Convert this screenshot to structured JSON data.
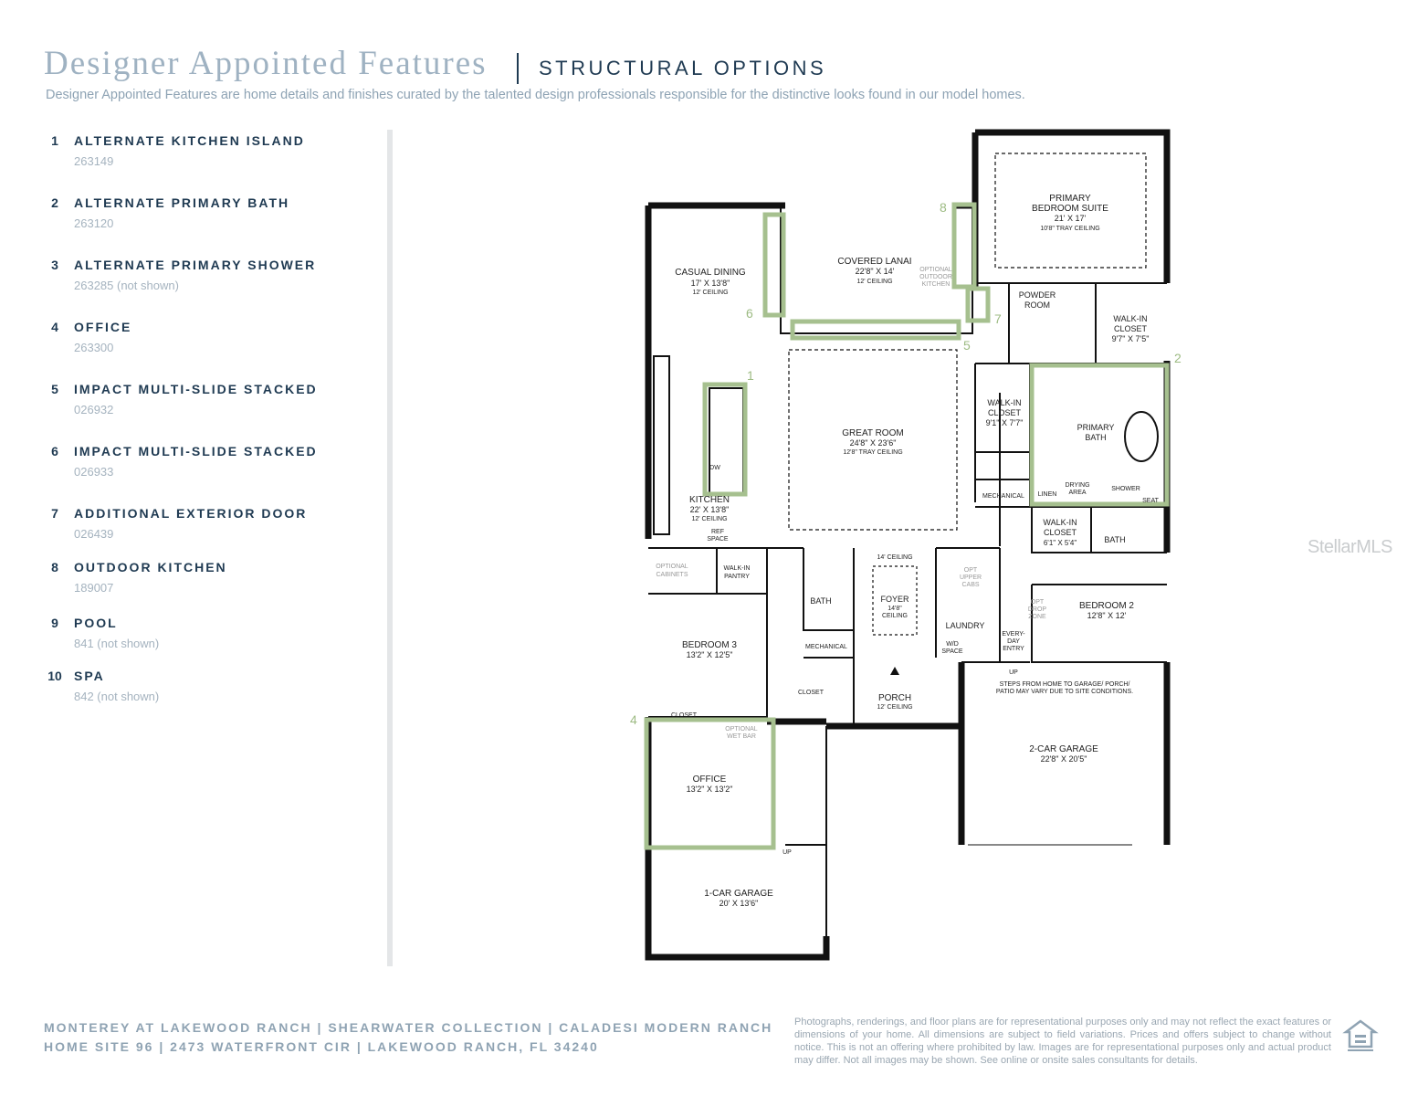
{
  "header": {
    "title": "Designer Appointed Features",
    "subtitle": "STRUCTURAL OPTIONS",
    "description": "Designer Appointed Features are home details and finishes curated by the talented design professionals responsible for the distinctive looks found in our model homes."
  },
  "options": [
    {
      "num": "1",
      "name": "ALTERNATE KITCHEN ISLAND",
      "code": "263149"
    },
    {
      "num": "2",
      "name": "ALTERNATE PRIMARY BATH",
      "code": "263120"
    },
    {
      "num": "3",
      "name": "ALTERNATE PRIMARY SHOWER",
      "code": "263285 (not shown)"
    },
    {
      "num": "4",
      "name": "OFFICE",
      "code": "263300"
    },
    {
      "num": "5",
      "name": "IMPACT MULTI-SLIDE STACKED",
      "code": "026932"
    },
    {
      "num": "6",
      "name": "IMPACT MULTI-SLIDE STACKED",
      "code": "026933"
    },
    {
      "num": "7",
      "name": "ADDITIONAL EXTERIOR DOOR",
      "code": "026439"
    },
    {
      "num": "8",
      "name": "OUTDOOR KITCHEN",
      "code": "189007"
    },
    {
      "num": "9",
      "name": "POOL",
      "code": "841 (not shown)"
    },
    {
      "num": "10",
      "name": "SPA",
      "code": "842 (not shown)"
    }
  ],
  "plan": {
    "rooms": {
      "primary_suite": [
        "PRIMARY",
        "BEDROOM SUITE",
        "21' X 17'",
        "10'8\" TRAY CEILING"
      ],
      "covered_lanai": [
        "COVERED LANAI",
        "22'8\" X 14'",
        "12' CEILING"
      ],
      "casual_dining": [
        "CASUAL DINING",
        "17' X 13'8\"",
        "12' CEILING"
      ],
      "outdoor_kitchen": [
        "OPTIONAL",
        "OUTDOOR",
        "KITCHEN"
      ],
      "powder_room": [
        "POWDER",
        "ROOM"
      ],
      "walkin_closet_a": [
        "WALK-IN",
        "CLOSET",
        "9'7\" X 7'5\""
      ],
      "walkin_closet_b": [
        "WALK-IN",
        "CLOSET",
        "9'1\" X 7'7\""
      ],
      "primary_bath": [
        "PRIMARY",
        "BATH"
      ],
      "great_room": [
        "GREAT ROOM",
        "24'8\" X 23'6\"",
        "12'8\" TRAY CEILING"
      ],
      "kitchen": [
        "KITCHEN",
        "22' X 13'8\"",
        "12' CEILING"
      ],
      "dw": "DW",
      "ref_space": [
        "REF",
        "SPACE"
      ],
      "optional_cabinets": [
        "OPTIONAL",
        "CABINETS"
      ],
      "walkin_pantry": [
        "WALK-IN",
        "PANTRY"
      ],
      "bath_a": "BATH",
      "mechanical_a": "MECHANICAL",
      "foyer_ceiling": "14' CEILING",
      "foyer": [
        "FOYER",
        "14'8\"",
        "CEILING"
      ],
      "upper_cabs": [
        "OPT",
        "UPPER",
        "CABS"
      ],
      "laundry": "LAUNDRY",
      "wd_space": [
        "W/D",
        "SPACE"
      ],
      "drop_zone": [
        "OPT",
        "DROP",
        "ZONE"
      ],
      "everyday_entry": [
        "EVERY-",
        "DAY",
        "ENTRY"
      ],
      "up_a": "UP",
      "up_b": "UP",
      "mechanical_b": "MECHANICAL",
      "linen": "LINEN",
      "drying_area": [
        "DRYING",
        "AREA"
      ],
      "shower": "SHOWER",
      "seat": "SEAT",
      "walkin_closet_c": [
        "WALK-IN",
        "CLOSET",
        "6'1\" X 5'4\""
      ],
      "bath_b": "BATH",
      "bedroom2": [
        "BEDROOM 2",
        "12'8\" X 12'"
      ],
      "bedroom3": [
        "BEDROOM 3",
        "13'2\" X 12'5\""
      ],
      "closet_a": "CLOSET",
      "closet_b": "CLOSET",
      "wet_bar": [
        "OPTIONAL",
        "WET BAR"
      ],
      "porch": [
        "PORCH",
        "12' CEILING"
      ],
      "steps_note": [
        "STEPS FROM HOME TO GARAGE/ PORCH/",
        "PATIO MAY VARY DUE TO SITE CONDITIONS."
      ],
      "garage2": [
        "2-CAR GARAGE",
        "22'8\" X 20'5\""
      ],
      "office": [
        "OFFICE",
        "13'2\" X 13'2\""
      ],
      "garage1": [
        "1-CAR GARAGE",
        "20' X 13'6\""
      ]
    },
    "callouts": [
      "1",
      "2",
      "4",
      "5",
      "6",
      "7",
      "8"
    ]
  },
  "watermark": "StellarMLS",
  "footer": {
    "line1": "MONTEREY AT LAKEWOOD RANCH  |  SHEARWATER COLLECTION  |  CALADESI MODERN RANCH",
    "line2": "HOME SITE 96  |  2473 WATERFRONT CIR  |  LAKEWOOD RANCH, FL 34240",
    "disclaimer": "Photographs, renderings, and floor plans are for representational purposes only and may not reflect the exact features or dimensions of your home. All dimensions are subject to field variations. Prices and offers subject to change without notice. This is not an offering where prohibited by law. Images are for representational purposes only and actual product may differ. Not all images may be shown. See online or onsite sales consultants for details.",
    "logo_icon": "equal-housing-opportunity-icon",
    "colors": {
      "accent": "#1f3a52",
      "highlight": "#9dbb83",
      "muted": "#9fb2c2"
    }
  }
}
